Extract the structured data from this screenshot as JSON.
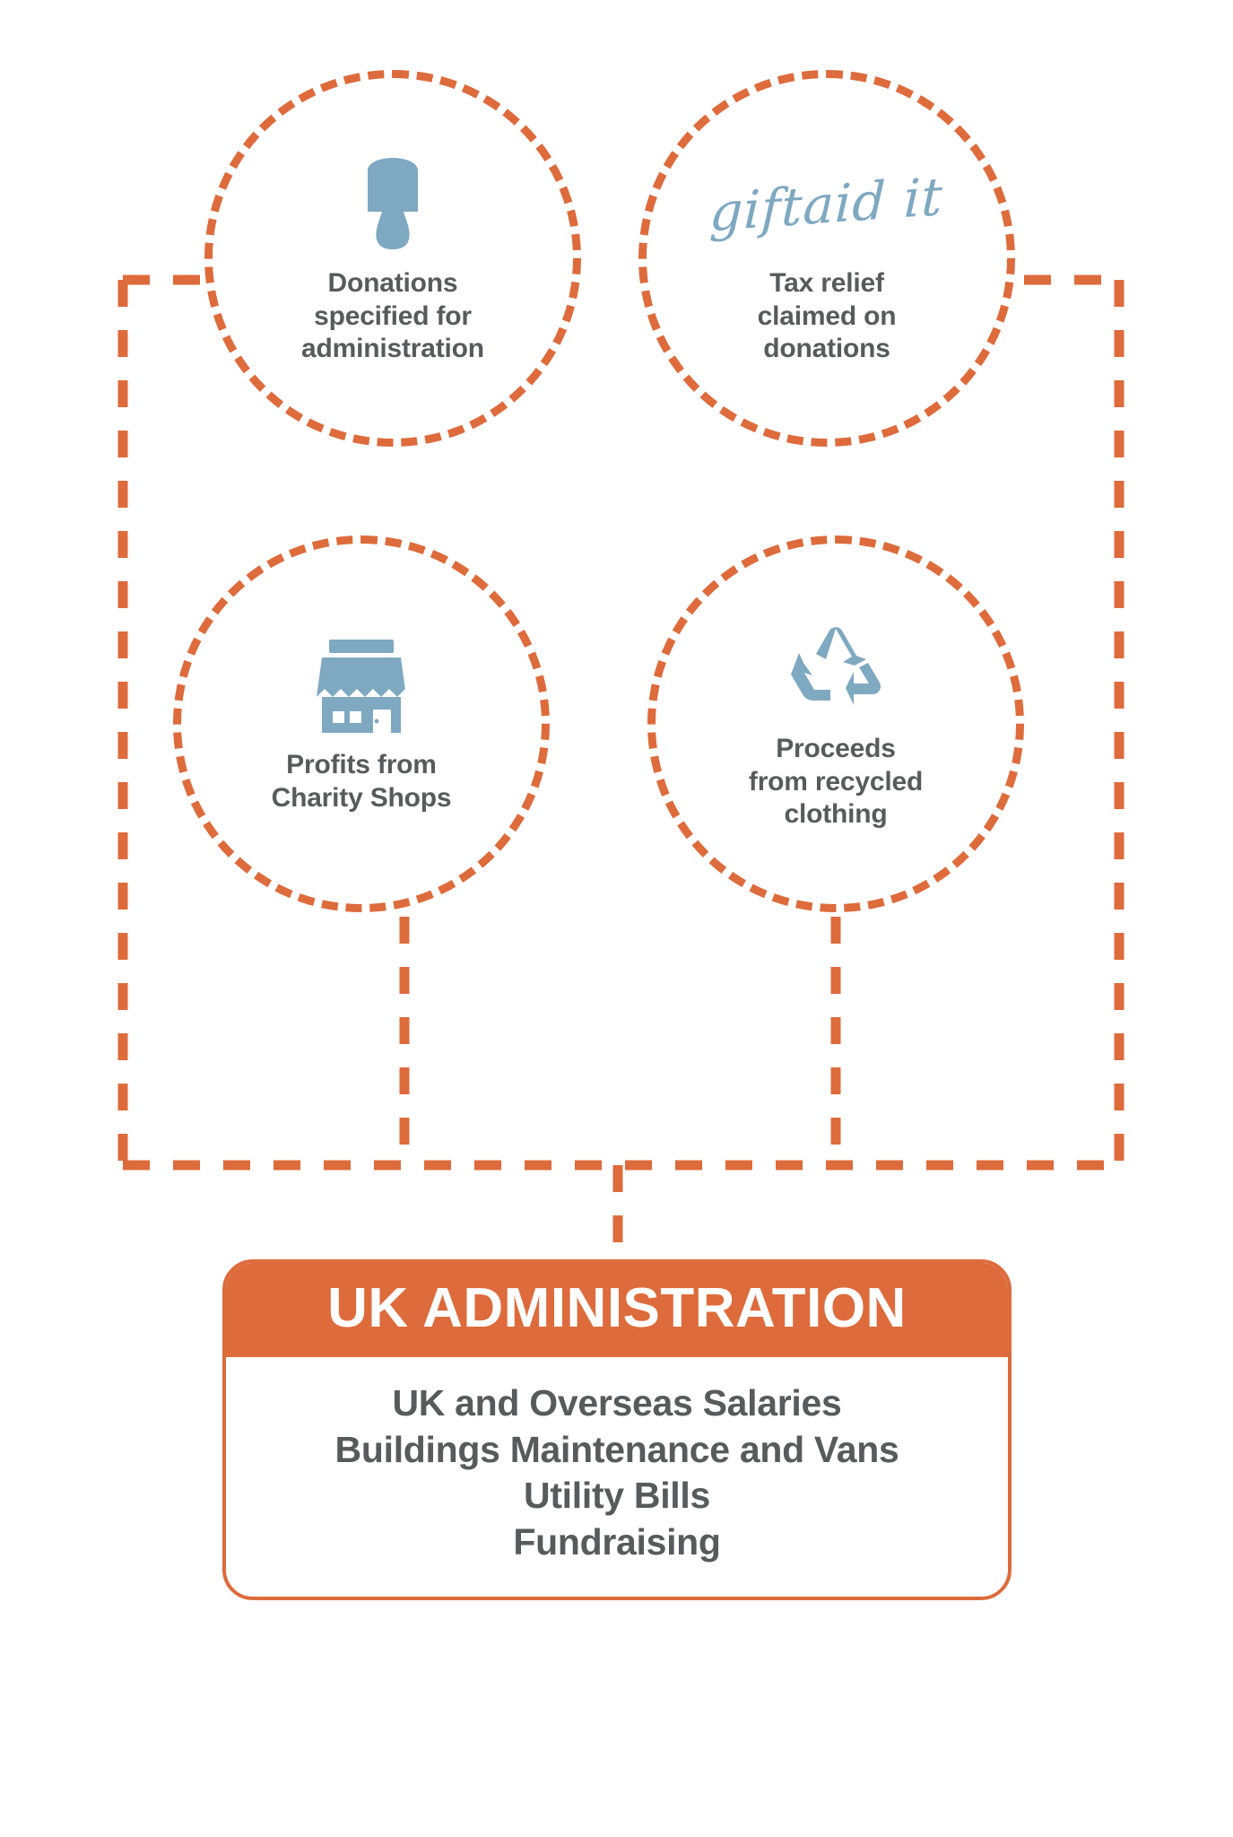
{
  "diagram": {
    "title_text": "UK ADMINISTRATION",
    "colors": {
      "accent_orange": "#dd6b3c",
      "icon_blue": "#7fa8c1",
      "text_grey": "#595a5c",
      "header_text": "#ffffff",
      "background": "#ffffff"
    },
    "nodes": [
      {
        "id": "donations",
        "icon": "donation-bottle-icon",
        "label": "Donations\nspecified for\nadministration"
      },
      {
        "id": "giftaid",
        "icon": "giftaid-it-wordmark",
        "wordmark": "giftaid it",
        "label": "Tax relief\nclaimed on\ndonations"
      },
      {
        "id": "shops",
        "icon": "charity-shop-icon",
        "label": "Profits from\nCharity Shops"
      },
      {
        "id": "recycled",
        "icon": "recycling-icon",
        "label": "Proceeds\nfrom recycled\nclothing"
      }
    ],
    "admin_box": {
      "header": "UK ADMINISTRATION",
      "items": [
        "UK and Overseas Salaries",
        "Buildings Maintenance and Vans",
        "Utility Bills",
        "Fundraising"
      ]
    }
  }
}
